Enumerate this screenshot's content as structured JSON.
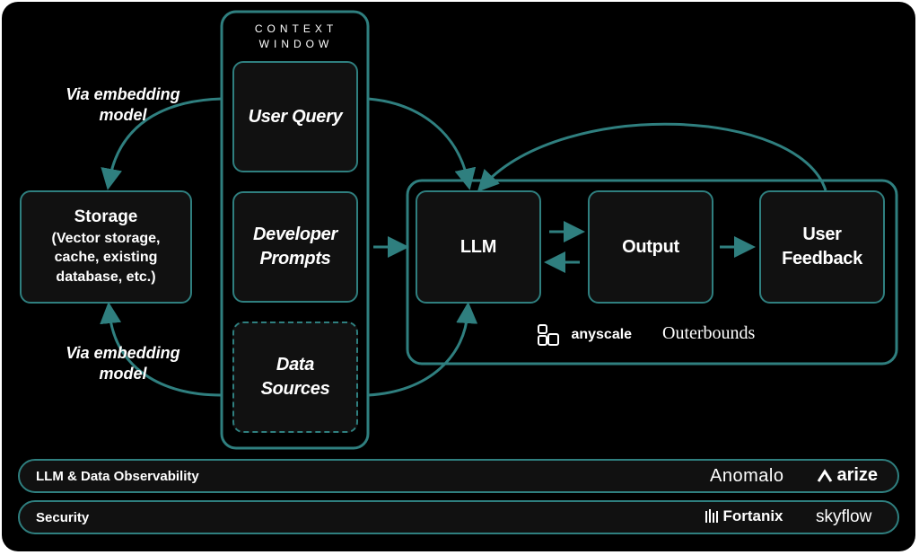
{
  "context_window": {
    "label": "CONTEXT WINDOW"
  },
  "inputs": {
    "user_query": "User Query",
    "developer_prompts": "Developer Prompts",
    "data_sources": "Data Sources"
  },
  "storage": {
    "title": "Storage",
    "subtitle": "(Vector storage, cache, existing database, etc.)"
  },
  "via_top": "Via embedding model",
  "via_bottom": "Via embedding model",
  "pipeline": {
    "llm": "LLM",
    "output": "Output",
    "user_feedback": "User Feedback"
  },
  "pipeline_vendors": {
    "anyscale": "anyscale",
    "outerbounds": "Outerbounds"
  },
  "observability": {
    "label": "LLM & Data Observability",
    "vendor1": "Anomalo",
    "vendor2": "arize"
  },
  "security": {
    "label": "Security",
    "vendor1": "Fortanix",
    "vendor2": "skyflow"
  },
  "colors": {
    "accent": "#2f7f7f",
    "background": "#000000",
    "box_fill": "#111111",
    "text": "#ffffff"
  }
}
